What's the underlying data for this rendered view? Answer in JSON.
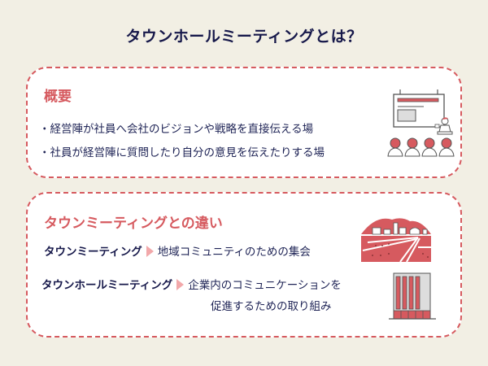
{
  "title": "タウンホールミーティングとは？",
  "overview": {
    "heading": "概要",
    "bullets": [
      "・経営陣が社員へ会社のビジョンや戦略を直接伝える場",
      "・社員が経営陣に質問したり自分の意見を伝えたりする場"
    ],
    "illustration": "presentation-audience-icon"
  },
  "difference": {
    "heading": "タウンミーティングとの違い",
    "rows": [
      {
        "term": "タウンミーティング",
        "description_lines": [
          "地域コミュニティのための集会"
        ],
        "illustration": "town-landscape-icon"
      },
      {
        "term": "タウンホールミーティング",
        "description_lines": [
          "企業内のコミュニケーションを",
          "促進するための取り組み"
        ],
        "illustration": "office-building-icon"
      }
    ]
  },
  "colors": {
    "background": "#f2efe4",
    "accent_red": "#d65a5f",
    "navy_text": "#1f2456",
    "arrow_pink": "#f2a8aa"
  }
}
